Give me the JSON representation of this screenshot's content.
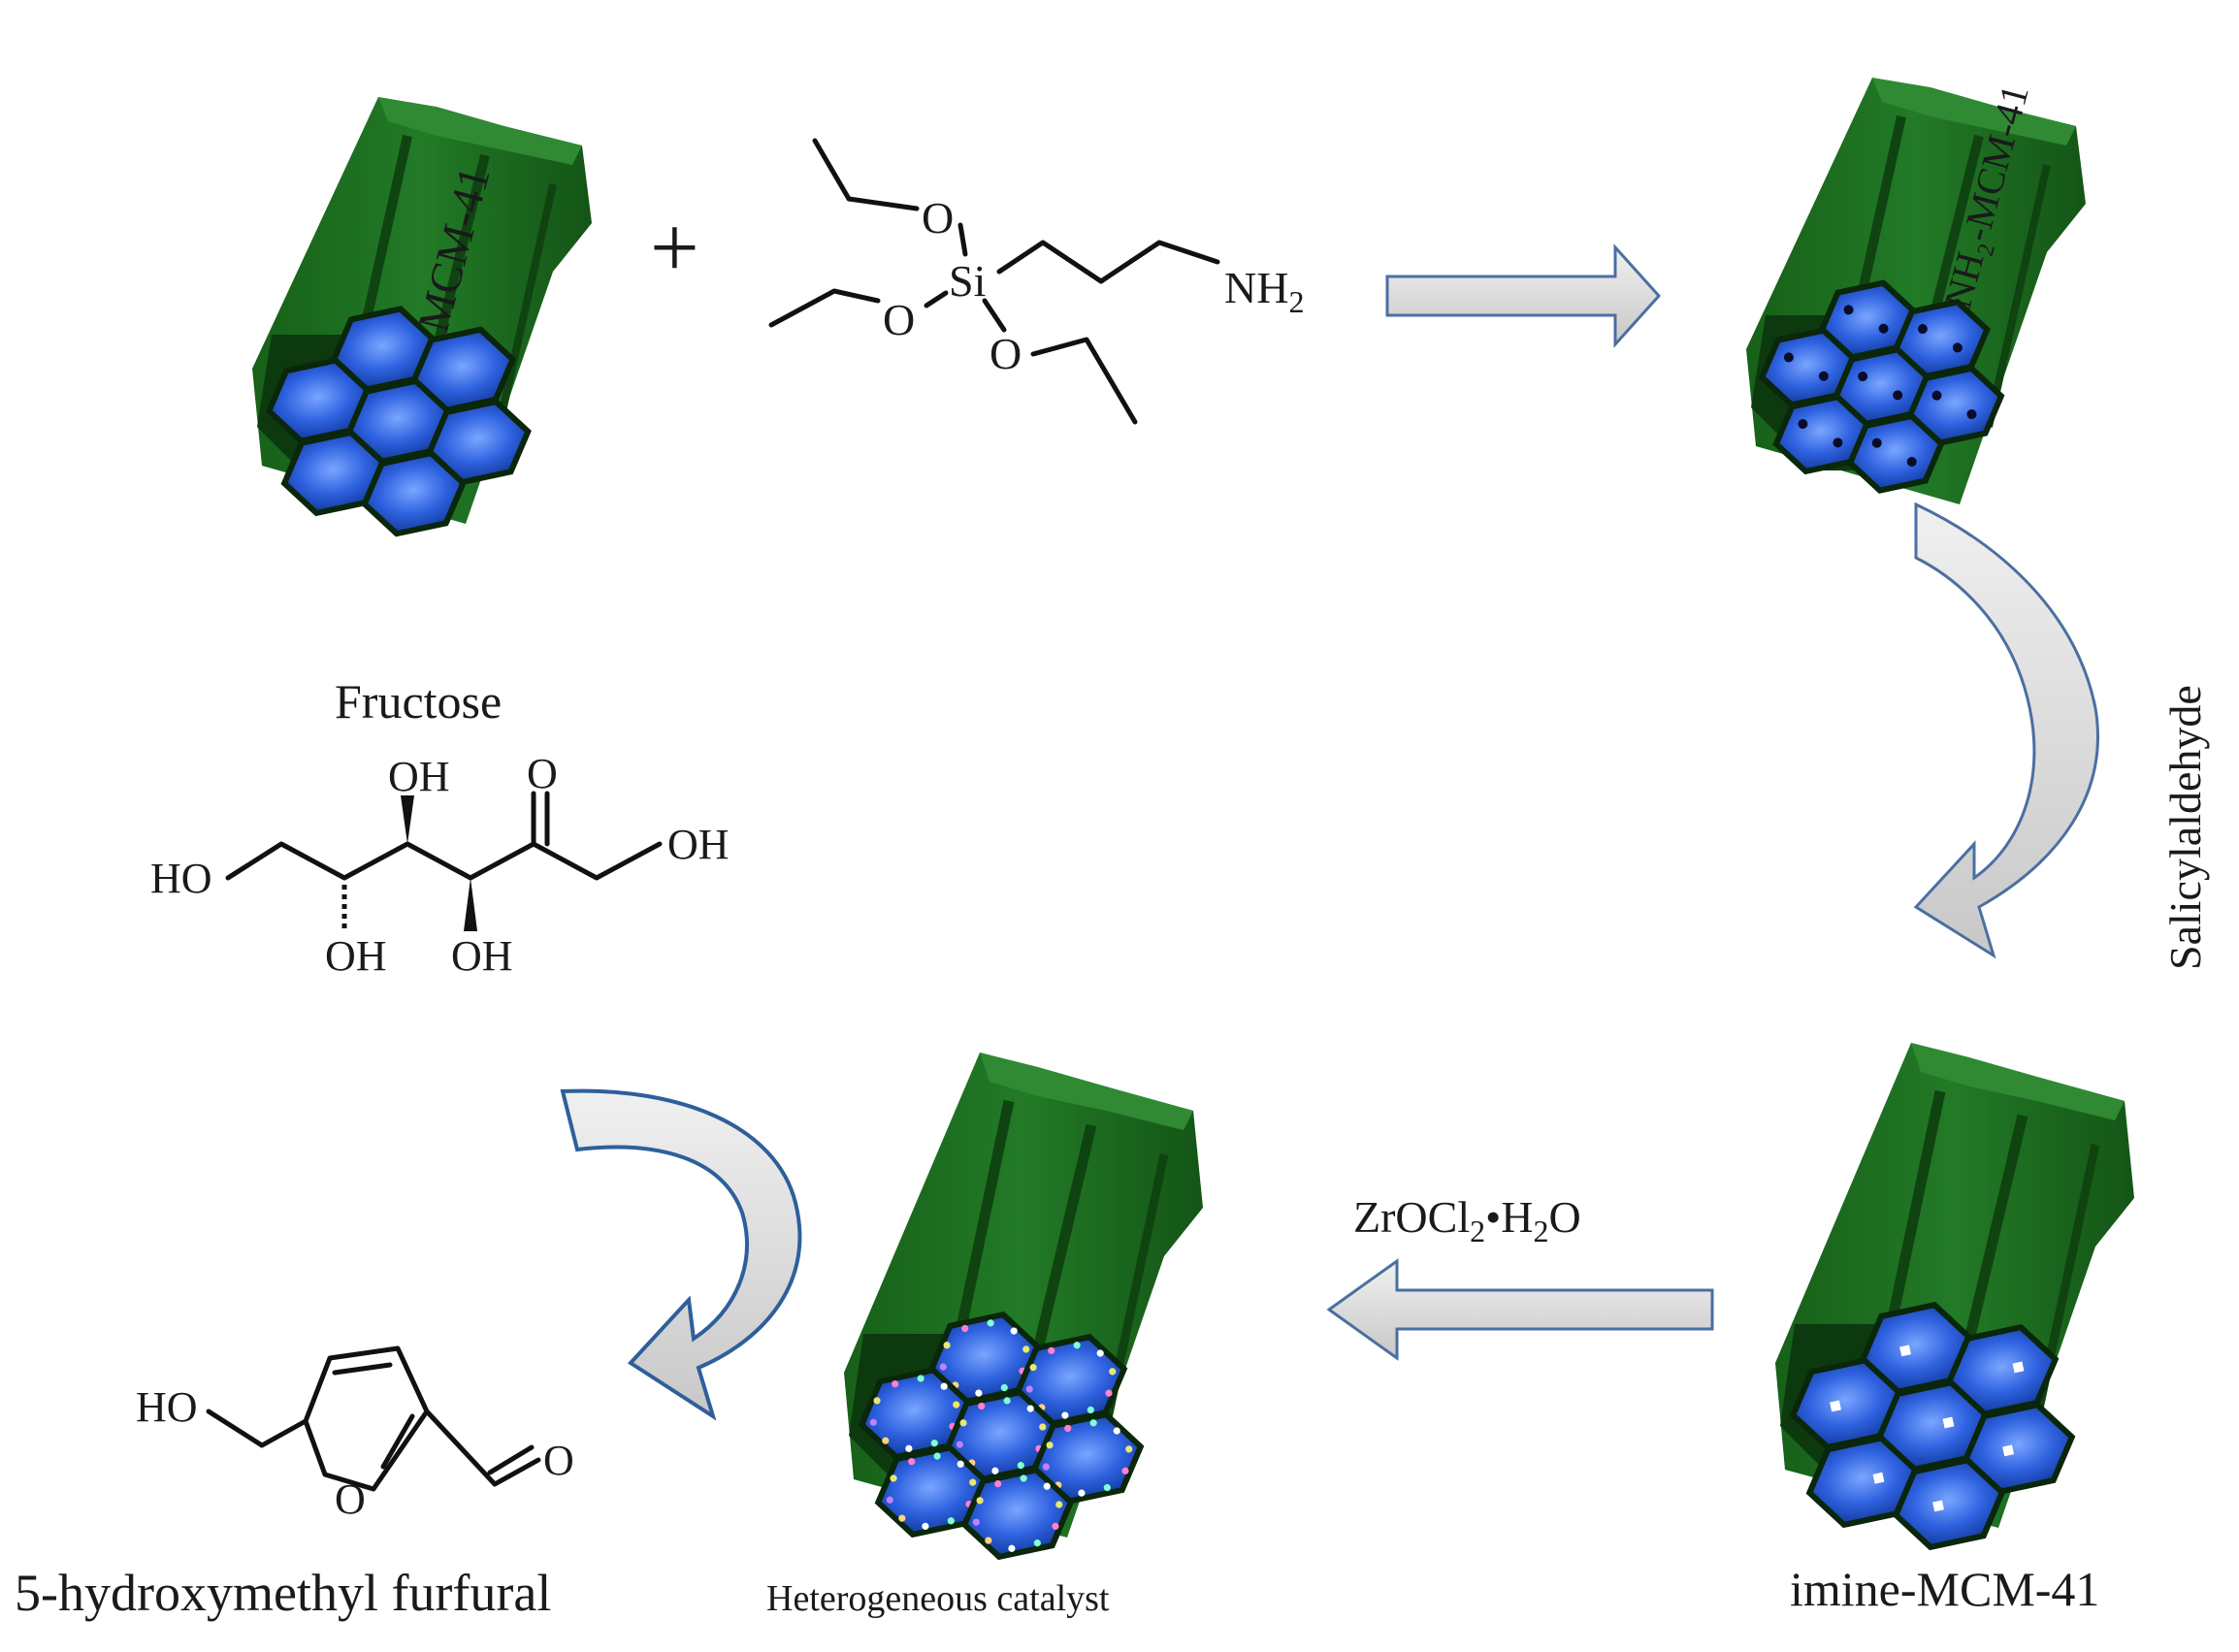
{
  "reagents": {
    "plus": "+",
    "silane": {
      "o1": "O",
      "o2": "O",
      "o3": "O",
      "si": "Si",
      "amine": "NH",
      "amine_sub": "2"
    }
  },
  "labels": {
    "mcm41": "MCM-41",
    "nh2_mcm41": "NH₂-MCM-41",
    "salicylaldehyde": "Salicylaldehyde",
    "imine_mcm41": "imine-MCM-41",
    "zr_reagent": {
      "a": "ZrOCl",
      "sub1": "2",
      "b": "•H",
      "sub2": "2",
      "c": "O"
    },
    "catalyst": "Heterogeneous catalyst",
    "fructose": "Fructose",
    "hmf": "5-hydroxymethyl furfural"
  },
  "fructose_atoms": {
    "ho_left": "HO",
    "oh_top": "OH",
    "o_keto": "O",
    "oh_right": "OH",
    "oh_bottom_left": "OH",
    "oh_bottom_right": "OH"
  },
  "hmf_atoms": {
    "ho": "HO",
    "ring_o": "O",
    "ald_o": "O"
  },
  "colors": {
    "tube_front": "#1d6b22",
    "tube_side": "#104a13",
    "tube_top": "#2f8a33",
    "pore": "#2755d8",
    "pore_light": "#6f9bff",
    "arrow_fill": "#dcdcdc",
    "arrow_stroke": "#4a6fa0",
    "curved_stroke": "#2f5f9a"
  }
}
